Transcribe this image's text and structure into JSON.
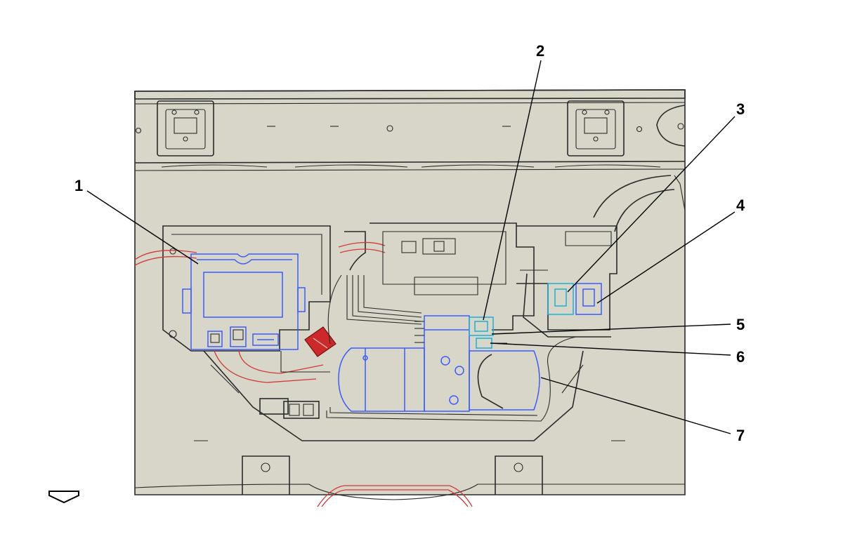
{
  "callouts": [
    {
      "label": "1"
    },
    {
      "label": "2"
    },
    {
      "label": "3"
    },
    {
      "label": "4"
    },
    {
      "label": "5"
    },
    {
      "label": "6"
    },
    {
      "label": "7"
    }
  ],
  "colors": {
    "panel": "#d7d6c8",
    "outline": "#2a2a2a",
    "highlight_blue": "#3b5bff",
    "highlight_cyan": "#1ab0d8",
    "wire_red": "#d23a3a",
    "fuse_red": "#cc2a2a"
  },
  "icons": {
    "orientation_arrow": "direction-arrow-icon"
  }
}
